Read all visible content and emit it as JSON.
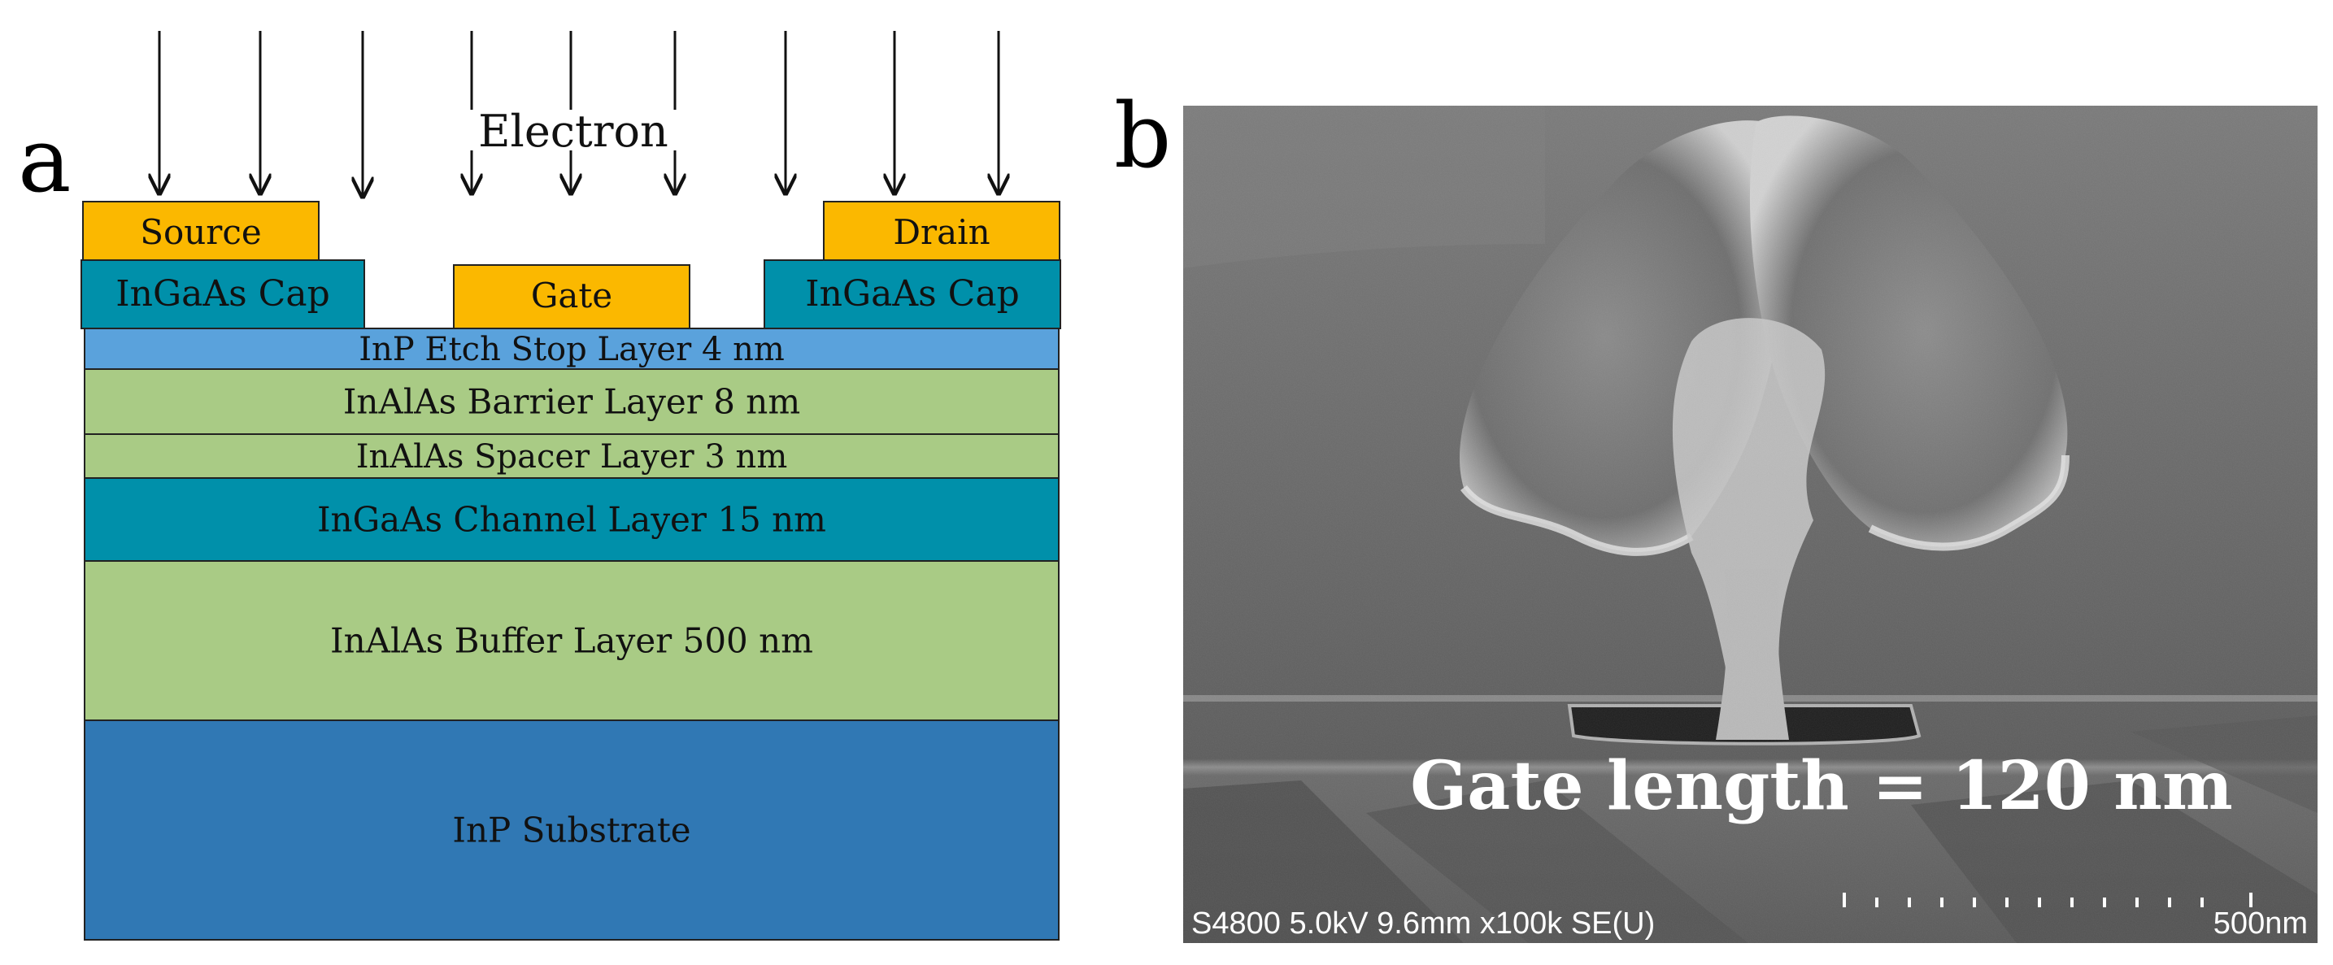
{
  "panel_a": {
    "label": "a",
    "electron_label": "Electron",
    "source": "Source",
    "drain": "Drain",
    "gate": "Gate",
    "cap_left": "InGaAs Cap",
    "cap_right": "InGaAs Cap",
    "layers": [
      {
        "name": "InP Etch Stop Layer 4 nm",
        "color": "#5aa2dc"
      },
      {
        "name": "InAlAs Barrier Layer 8 nm",
        "color": "#a9cb85"
      },
      {
        "name": "InAlAs Spacer Layer 3 nm",
        "color": "#a9cb85"
      },
      {
        "name": "InGaAs Channel Layer 15 nm",
        "color": "#0090aa"
      },
      {
        "name": "InAlAs Buffer Layer 500 nm",
        "color": "#a9cb85"
      },
      {
        "name": "InP Substrate",
        "color": "#3078b4"
      }
    ],
    "colors": {
      "contact": "#fbb800",
      "cap": "#0090aa"
    }
  },
  "panel_b": {
    "label": "b",
    "caption": "Gate length = 120 nm",
    "sem_info": "S4800 5.0kV 9.6mm x100k SE(U)",
    "scale_label": "500nm"
  }
}
